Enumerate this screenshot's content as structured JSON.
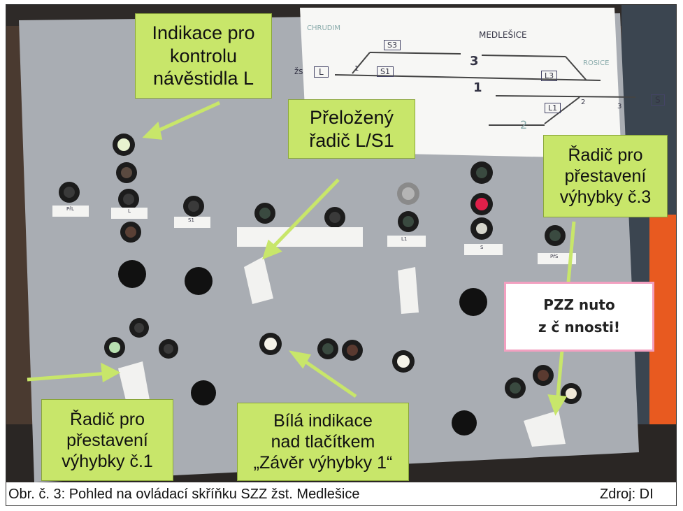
{
  "callouts": {
    "indikace_l": "Indikace pro\nkontrolu\nnávěstidla L",
    "prelozeny_radic": "Přeložený\nřadič L/S1",
    "radic_3": "Řadič pro\npřestavení\nvýhybky č.3",
    "radic_1": "Řadič pro\npřestavení\nvýhybky č.1",
    "bila_indikace": "Bílá indikace\nnad tlačítkem\n„Závěr výhybky 1“"
  },
  "sticker": {
    "text": "PZZ  nuto\nz č nnosti!"
  },
  "sketch": {
    "station": "MEDLEŠICE",
    "left_station": "CHRUDIM",
    "right_station": "ROSICE",
    "track_3": "3",
    "track_1": "1",
    "track_2": "2",
    "zs_label": "žs",
    "signal_l": "L",
    "signal_s3": "S3",
    "signal_s1": "S1",
    "signal_l3": "L3",
    "signal_l1": "L1",
    "signal_s": "S",
    "switch_1": "1",
    "switch_2": "2",
    "switch_3": "3"
  },
  "panel_labels": {
    "pr_l": "PřL",
    "l": "L",
    "s1": "S1",
    "l1": "L1",
    "s": "S",
    "pr_s": "PřS"
  },
  "caption": {
    "left": "Obr. č. 3: Pohled na ovládací skříňku SZZ žst. Medlešice",
    "right": "Zdroj: DI"
  },
  "colors": {
    "callout_bg": "#c8e66a",
    "arrow": "#c8e66a",
    "panel": "#a9adb3",
    "lamp_red": "#e0204a",
    "lamp_white": "#f4f2e8"
  }
}
